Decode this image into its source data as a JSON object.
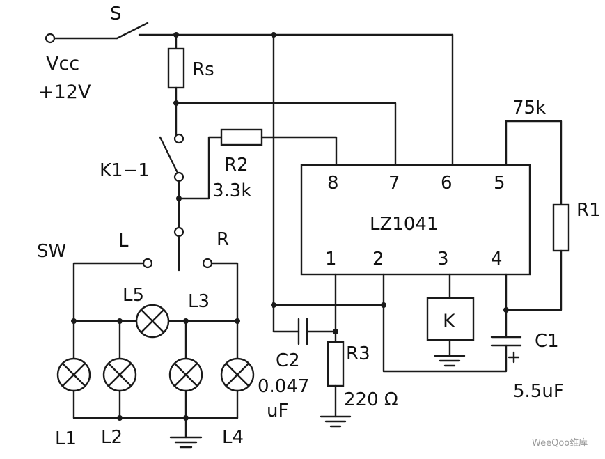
{
  "labels": {
    "switch_s": "S",
    "vcc": "Vcc",
    "vcc_voltage": "+12V",
    "rs": "Rs",
    "k11": "K1−1",
    "r2": "R2",
    "r2_value": "3.3k",
    "r1_value": "75k",
    "r1": "R1",
    "ic": "LZ1041",
    "pin8": "8",
    "pin7": "7",
    "pin6": "6",
    "pin5": "5",
    "pin1": "1",
    "pin2": "2",
    "pin3": "3",
    "pin4": "4",
    "sw": "SW",
    "sw_l": "L",
    "sw_r": "R",
    "l5": "L5",
    "l3": "L3",
    "l1": "L1",
    "l2": "L2",
    "l4": "L4",
    "relay": "K",
    "c1": "C1",
    "c1_value": "5.5uF",
    "c2": "C2",
    "c2_value_1": "0.047",
    "c2_value_2": "uF",
    "r3": "R3",
    "r3_value": "220 Ω",
    "watermark": "WeeQoo维库"
  }
}
